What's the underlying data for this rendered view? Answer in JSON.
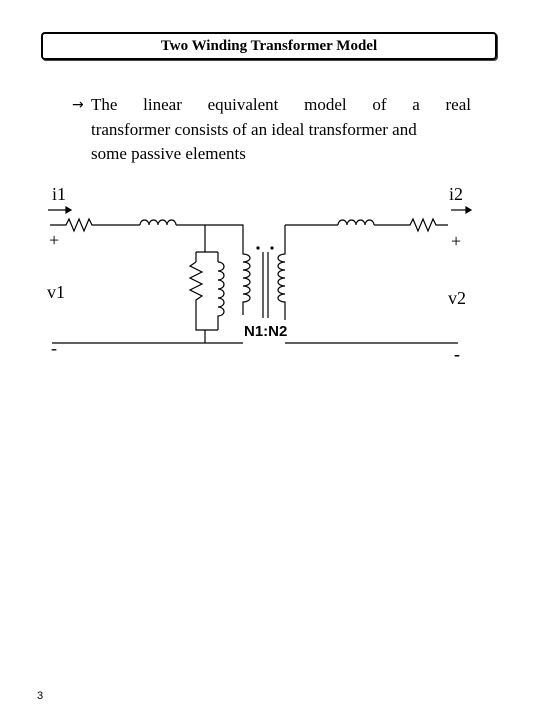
{
  "slide": {
    "title": "Two Winding Transformer Model",
    "bullet": {
      "icon": "arrow-right-icon",
      "line1": "The linear equivalent model of a real",
      "line2": "transformer consists of an ideal transformer and",
      "line3": "some passive elements"
    },
    "page_number": "3"
  },
  "circuit": {
    "current_in": "i1",
    "current_out": "i2",
    "plus_left": "+",
    "plus_right": "+",
    "voltage_in": "v1",
    "voltage_out": "v2",
    "minus_left": "-",
    "minus_right": "-",
    "turns_ratio": "N1:N2"
  }
}
